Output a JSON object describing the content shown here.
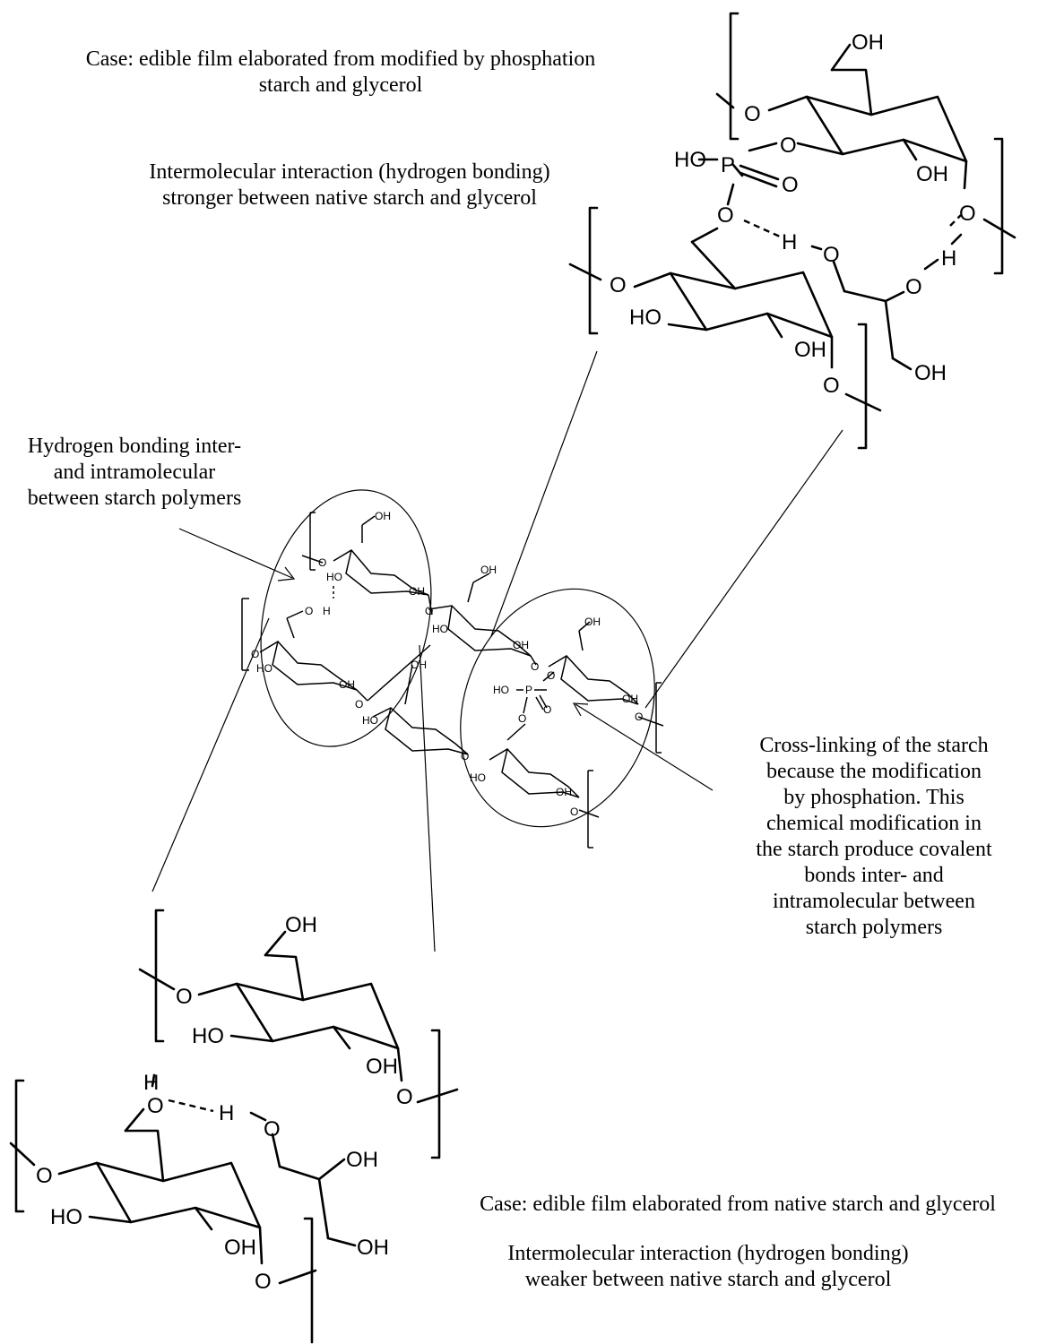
{
  "captions": {
    "phos_case": [
      "Case: edible film elaborated from modified by phosphation",
      "starch and glycerol"
    ],
    "phos_interaction": [
      "Intermolecular interaction (hydrogen bonding)",
      "stronger between native starch and glycerol"
    ],
    "hbond_label": [
      "Hydrogen bonding inter-",
      "and intramolecular",
      "between starch polymers"
    ],
    "crosslink_label": [
      "Cross-linking of the starch",
      "because the modification",
      "by phosphation. This",
      "chemical modification  in",
      "the starch produce covalent",
      "bonds inter- and",
      "intramolecular between",
      "starch polymers"
    ],
    "native_case": [
      "Case: edible film elaborated from native starch and glycerol"
    ],
    "native_interaction": [
      "Intermolecular interaction (hydrogen bonding)",
      "weaker between native starch and glycerol"
    ]
  },
  "atom_labels": {
    "OH": "OH",
    "HO": "HO",
    "O": "O",
    "H": "H",
    "P": "P"
  }
}
